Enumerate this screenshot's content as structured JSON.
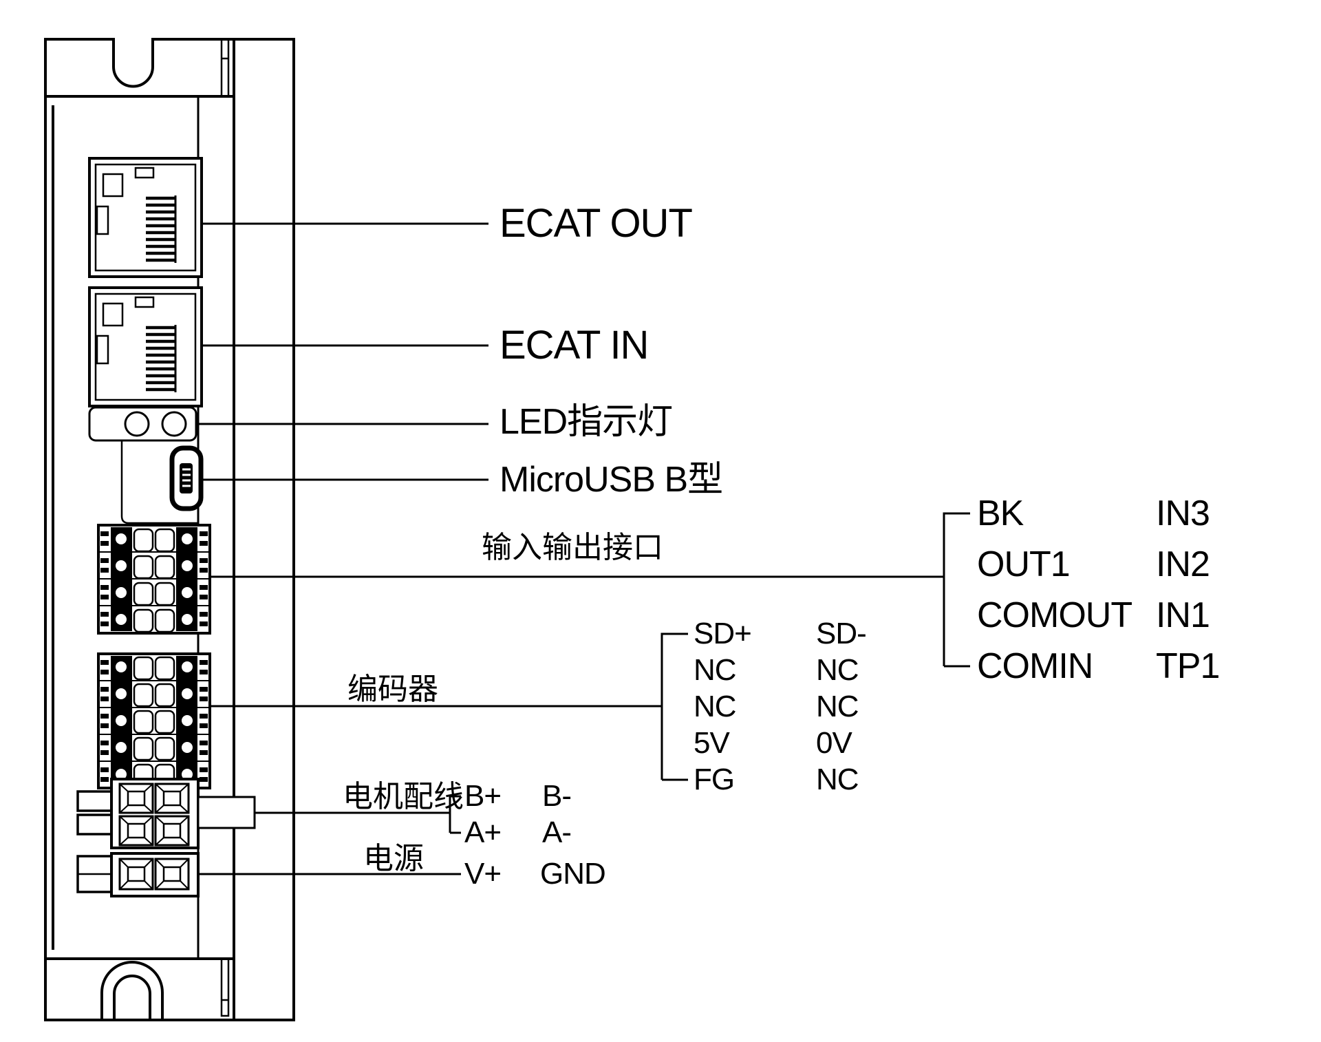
{
  "diagram_type": "stepper-drive-connector-diagram",
  "colors": {
    "line": "#000000",
    "background": "#ffffff"
  },
  "labels": {
    "ecat_out": "ECAT OUT",
    "ecat_in": "ECAT IN",
    "led": "LED指示灯",
    "usb": "MicroUSB B型",
    "io": "输入输出接口",
    "encoder": "编码器",
    "motor": "电机配线",
    "power": "电源"
  },
  "tables": {
    "io": {
      "rows": [
        [
          "BK",
          "IN3"
        ],
        [
          "OUT1",
          "IN2"
        ],
        [
          "COMOUT",
          "IN1"
        ],
        [
          "COMIN",
          "TP1"
        ]
      ]
    },
    "encoder": {
      "rows": [
        [
          "SD+",
          "SD-"
        ],
        [
          "NC",
          "NC"
        ],
        [
          "NC",
          "NC"
        ],
        [
          "5V",
          "0V"
        ],
        [
          "FG",
          "NC"
        ]
      ]
    },
    "motor": {
      "rows": [
        [
          "B+",
          "B-"
        ],
        [
          "A+",
          "A-"
        ]
      ]
    },
    "power": {
      "rows": [
        [
          "V+",
          "GND"
        ]
      ]
    }
  }
}
